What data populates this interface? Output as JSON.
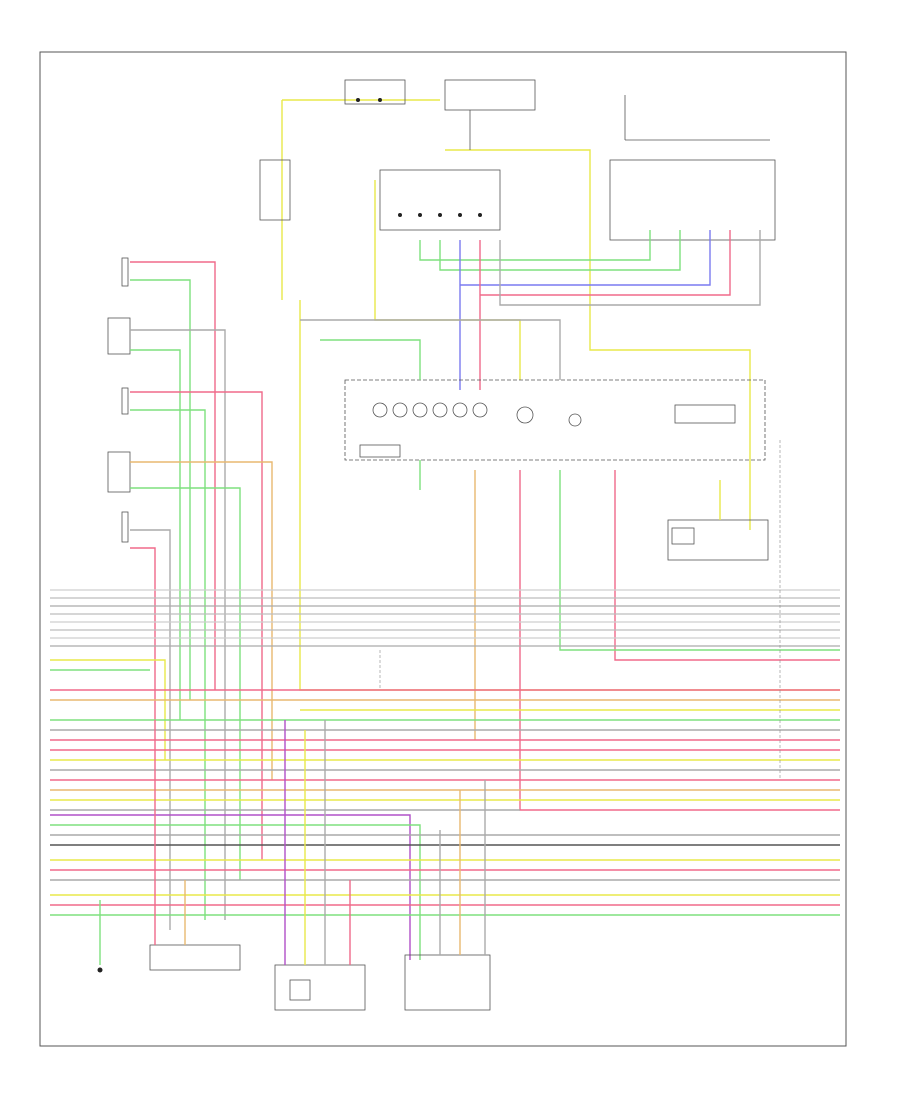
{
  "diagram": {
    "footer_code": "",
    "labels": {
      "top_ignition": "",
      "top_fuse": "",
      "top_relay": "",
      "main_relay": "",
      "ground_top_right": "",
      "instrument_cluster": "",
      "tcm_label": "",
      "speed_sensor": "",
      "throttle_sensor": "",
      "crank_sensor": "",
      "engine_ground": "",
      "cluster_note": ""
    },
    "left_components": [
      {
        "id": "comp-1",
        "label": ""
      },
      {
        "id": "comp-2",
        "label": ""
      },
      {
        "id": "comp-3",
        "label": ""
      },
      {
        "id": "comp-4",
        "label": ""
      },
      {
        "id": "comp-5",
        "label": ""
      }
    ],
    "bus_wire_colors": [
      "#cfcfcf",
      "#bdbdbd",
      "#aaaaaa",
      "#bdbdbd",
      "#cfcfcf",
      "#bdbdbd",
      "#cfcfcf",
      "#aaaaaa"
    ],
    "colors": {
      "yellow": "#e8e84a",
      "green": "#7ee07e",
      "red": "#f06a8a",
      "blue": "#7a7af0",
      "purple": "#b050c8",
      "orange": "#e8b870",
      "gray": "#aaaaaa",
      "dark": "#555555"
    }
  }
}
